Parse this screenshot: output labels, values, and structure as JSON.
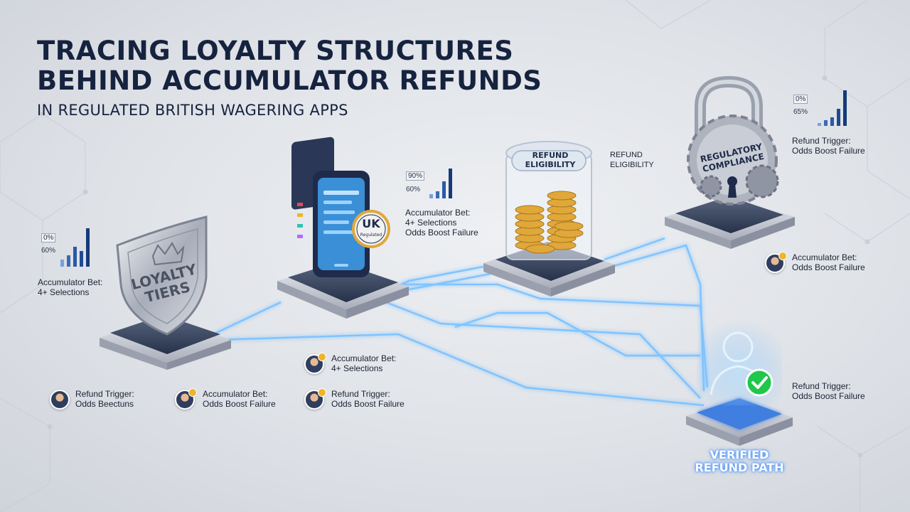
{
  "heading": {
    "line1": "TRACING LOYALTY STRUCTURES",
    "line2": "BEHIND ACCUMULATOR REFUNDS",
    "subtitle": "IN REGULATED BRITISH WAGERING APPS"
  },
  "nodes": {
    "loyalty": {
      "line1": "LOYALTY",
      "line2": "TIERS"
    },
    "phone": {
      "badge_main": "UK",
      "badge_sub": "Regulated"
    },
    "eligibility": {
      "label": "REFUND ELIGIBILITY",
      "side_line1": "REFUND",
      "side_line2": "ELIGIBILITY"
    },
    "compliance": {
      "line1": "REGULATORY",
      "line2": "COMPLIANCE"
    },
    "verified": {
      "line1": "VERIFIED",
      "line2": "REFUND PATH"
    }
  },
  "stats": {
    "left": {
      "pct1": "0%",
      "pct2": "60%",
      "line1": "Accumulator Bet:",
      "line2": "4+ Selections"
    },
    "phone": {
      "pct1": "90%",
      "pct2": "60%",
      "line1": "Accumulator Bet:",
      "line2": "4+ Selections",
      "line3": "Odds Boost Failure"
    },
    "right": {
      "pct1": "0%",
      "pct2": "65%",
      "line1": "Refund Trigger:",
      "line2": "Odds Boost Failure"
    }
  },
  "profiles": [
    {
      "line1": "Refund Trigger:",
      "line2": "Odds Beectuns"
    },
    {
      "line1": "Accumulator Bet:",
      "line2": "Odds Boost Failure"
    },
    {
      "line1": "Accumulator Bet:",
      "line2": "4+ Selections"
    },
    {
      "line1": "Refund Trigger:",
      "line2": "Odds Boost Failure"
    },
    {
      "line1": "Accumulator Bet:",
      "line2": "Odds Boost Failure"
    }
  ],
  "verified_note": {
    "line1": "Refund Trigger:",
    "line2": "Odds Boost Failure"
  },
  "colors": {
    "navy": "#16233f",
    "glow": "#6fb8ff",
    "gold": "#e0a83a",
    "check": "#1ec84a"
  }
}
